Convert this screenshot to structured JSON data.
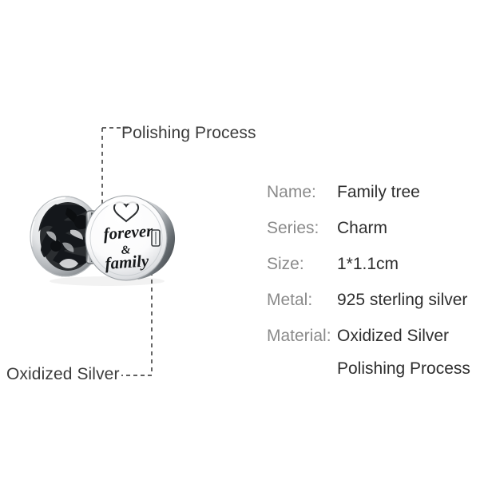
{
  "background_color": "#ffffff",
  "annotations": [
    {
      "id": "polishing",
      "label": "Polishing Process",
      "icon": "leader-line-dashed"
    },
    {
      "id": "oxidized",
      "label": "Oxidized Silver",
      "icon": "leader-line-dashed"
    }
  ],
  "product": {
    "engraving_line1": "forever",
    "engraving_line2": "&",
    "engraving_line3": "family",
    "heart_icon": "heart-outline-icon"
  },
  "spec": {
    "label_color": "#8a8a8a",
    "value_color": "#2e2e2e",
    "rows": [
      {
        "label": "Name:",
        "value": "Family tree"
      },
      {
        "label": "Series:",
        "value": "Charm"
      },
      {
        "label": "Size:",
        "value": "1*1.1cm"
      },
      {
        "label": "Metal:",
        "value": "925 sterling silver"
      },
      {
        "label": "Material:",
        "value": "Oxidized Silver",
        "value2": "Polishing Process"
      }
    ]
  }
}
